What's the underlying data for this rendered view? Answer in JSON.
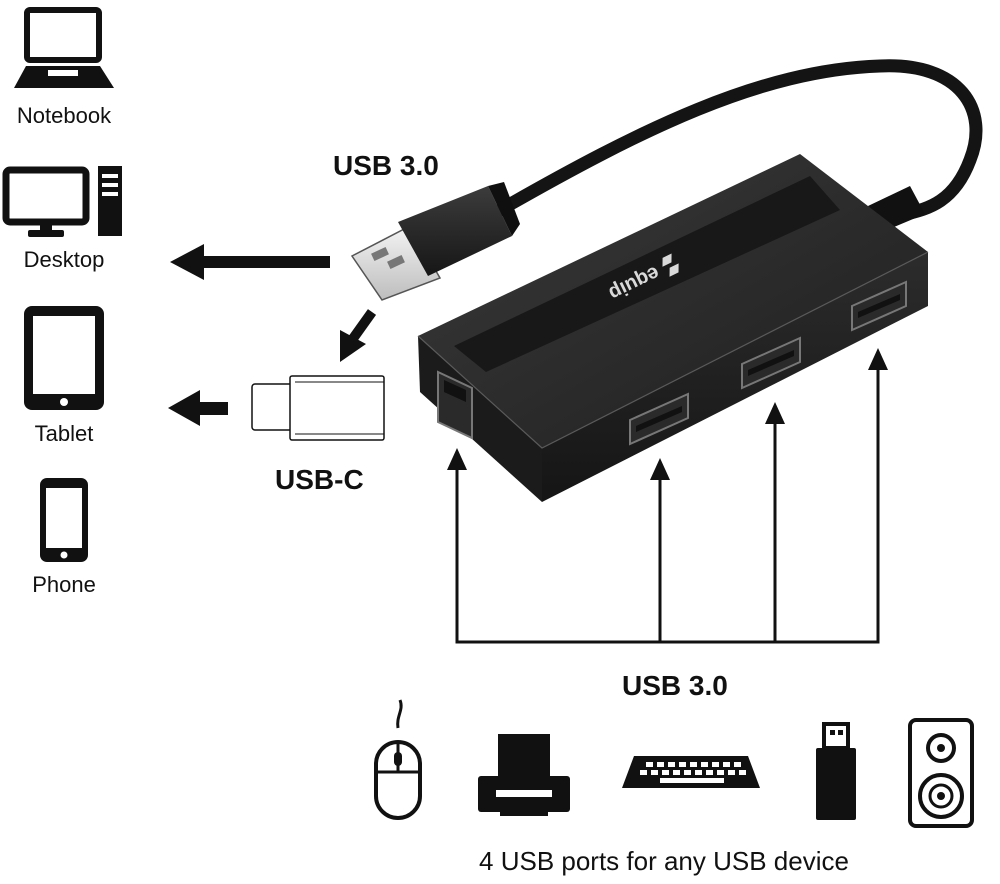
{
  "hosts": {
    "notebook": "Notebook",
    "desktop": "Desktop",
    "tablet": "Tablet",
    "phone": "Phone"
  },
  "connectors": {
    "usb_a_label": "USB 3.0",
    "usb_c_label": "USB-C"
  },
  "hub": {
    "brand": "equip",
    "ports_label": "USB 3.0",
    "caption": "4 USB ports for any USB device"
  },
  "peripherals": [
    "mouse-icon",
    "printer-icon",
    "keyboard-icon",
    "usb-stick-icon",
    "speaker-icon"
  ]
}
